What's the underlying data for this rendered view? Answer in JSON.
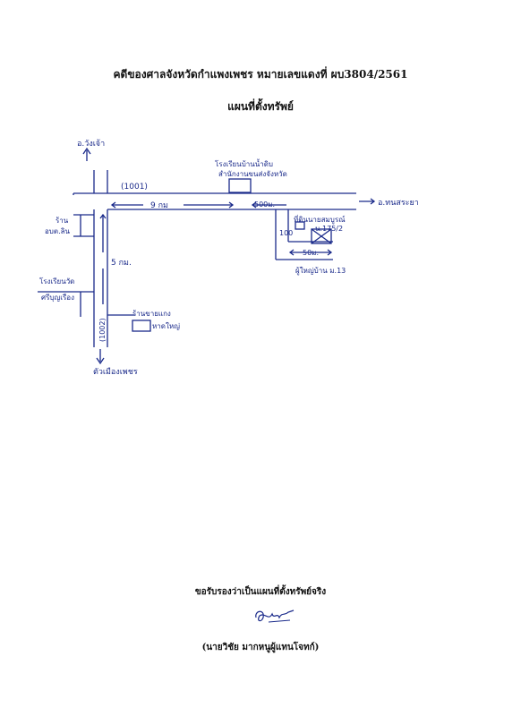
{
  "document": {
    "title": "คดีของศาลจังหวัดกำแพงเพชร หมายเลขแดงที่ ผบ3804/2561",
    "subtitle": "แผนที่ตั้งทรัพย์",
    "certify_text": "ขอรับรองว่าเป็นแผนที่ตั้งทรัพย์จริง",
    "signer": "(นายวิชัย มากหนูผู้แทนโจทก์)"
  },
  "map": {
    "north_label": "อ.วังเจ้า",
    "road_label": "(1001)",
    "distance_9km": "9 กม",
    "dist_500": "500ม.",
    "school_label": "โรงเรียนบ้านน้ำดิบ",
    "school_label_2": "สำนักงานขนส่งจังหวัด",
    "east_label": "อ.ทนสระยา",
    "west_label_1": "ร้าน",
    "west_label_2": "อบต.ลิน",
    "km5": "5 กม.",
    "temple_1": "โรงเรียนวัด",
    "temple_2": "ศรีบุญเรือง",
    "road_1002": "(1002)",
    "shop_1": "ร้านขายแกง",
    "shop_2": "หาดใหญ่",
    "south_label": "ตัวเมืองเพชร",
    "land_owner": "ที่ดินนายสมบูรณ์",
    "land_no": "น.175/2",
    "dist_100": "100",
    "dist_50": "50ม.",
    "village": "ผู้ใหญ่บ้าน ม.13"
  },
  "colors": {
    "ink": "#1a2a8a",
    "print": "#111111"
  }
}
